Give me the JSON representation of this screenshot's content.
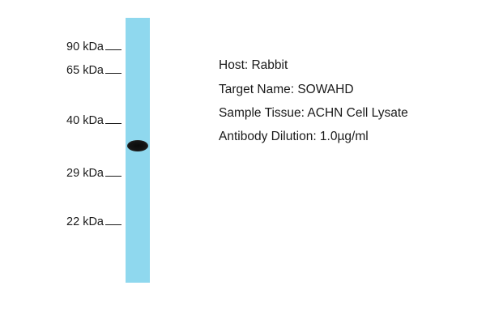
{
  "markers": [
    {
      "label": "90 kDa"
    },
    {
      "label": "65 kDa"
    },
    {
      "label": "40 kDa"
    },
    {
      "label": "29 kDa"
    },
    {
      "label": "22 kDa"
    }
  ],
  "info": {
    "host": "Host: Rabbit",
    "target": "Target Name: SOWAHD",
    "tissue": "Sample Tissue: ACHN Cell Lysate",
    "dilution": "Antibody Dilution: 1.0µg/ml"
  },
  "colors": {
    "lane": "#8fd8ee",
    "band": "#111111"
  }
}
